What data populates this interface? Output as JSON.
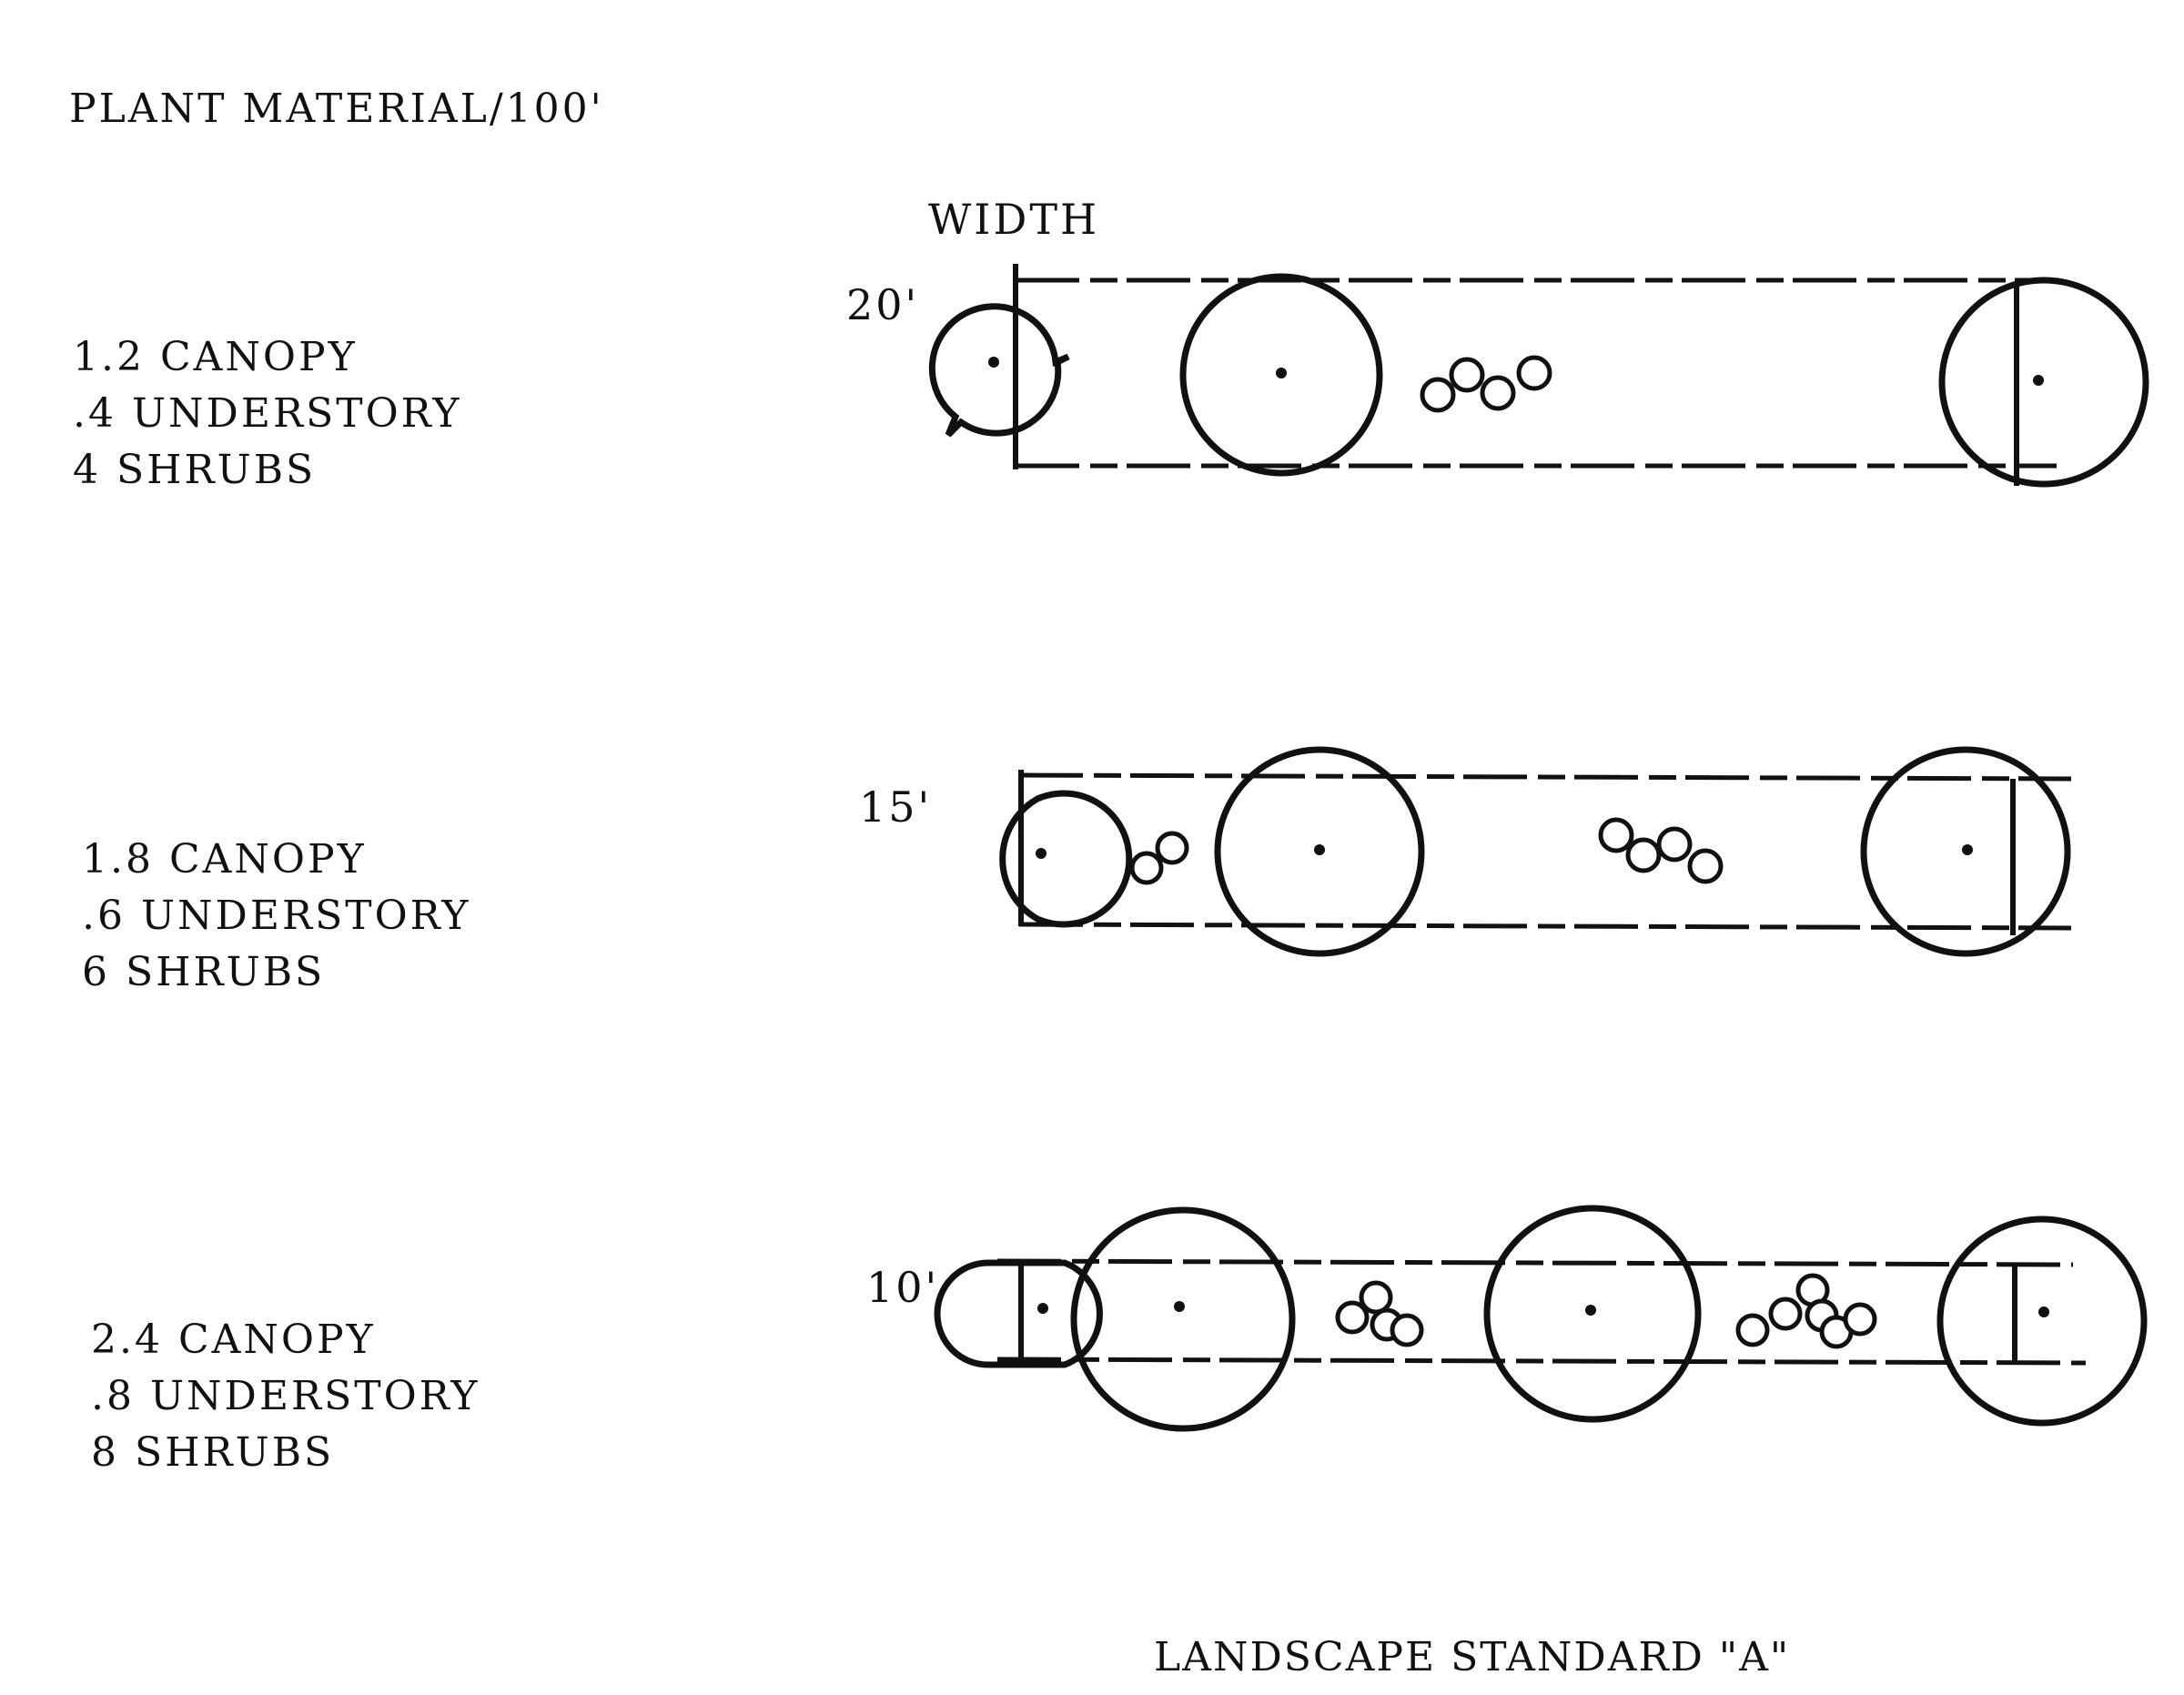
{
  "header": {
    "title": "PLANT MATERIAL/100'",
    "width_label": "WIDTH"
  },
  "rows": [
    {
      "width": "20'",
      "canopy": "1.2 CANOPY",
      "understory": ".4 UNDERSTORY",
      "shrubs": "4 SHRUBS"
    },
    {
      "width": "15'",
      "canopy": "1.8 CANOPY",
      "understory": ".6 UNDERSTORY",
      "shrubs": "6 SHRUBS"
    },
    {
      "width": "10'",
      "canopy": "2.4 CANOPY",
      "understory": ".8 UNDERSTORY",
      "shrubs": "8 SHRUBS"
    }
  ],
  "caption": "LANDSCAPE STANDARD \"A\"",
  "colors": {
    "ink": "#111111",
    "paper": "#ffffff"
  }
}
